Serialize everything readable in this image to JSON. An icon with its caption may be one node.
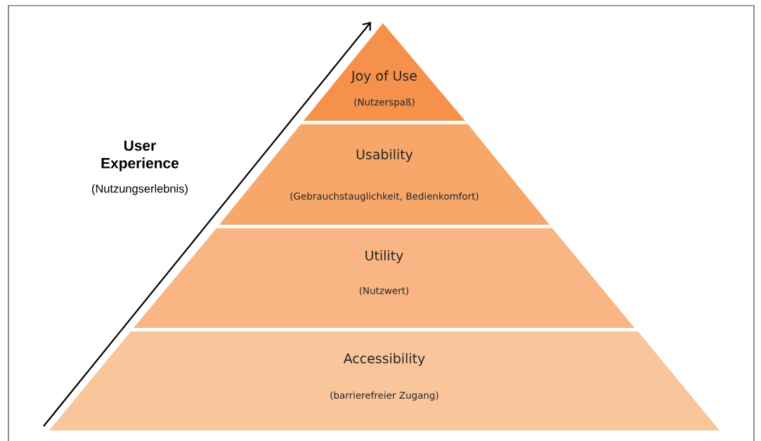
{
  "diagram": {
    "nodes": [
      {
        "text": [
          "Joy of Use",
          "(Nutzerspaß)"
        ]
      },
      {
        "text": [
          "Usability",
          "(Gebrauchstauglichkeit, Bedienkomfort)"
        ]
      },
      {
        "text": [
          "Utility",
          "(Nutzwert)"
        ]
      },
      {
        "text": [
          "Accessibility",
          "(barrierefreier Zugang)"
        ]
      }
    ],
    "edges": [],
    "labels": [
      "User Experience",
      "(Nutzungserlebnis)"
    ]
  }
}
